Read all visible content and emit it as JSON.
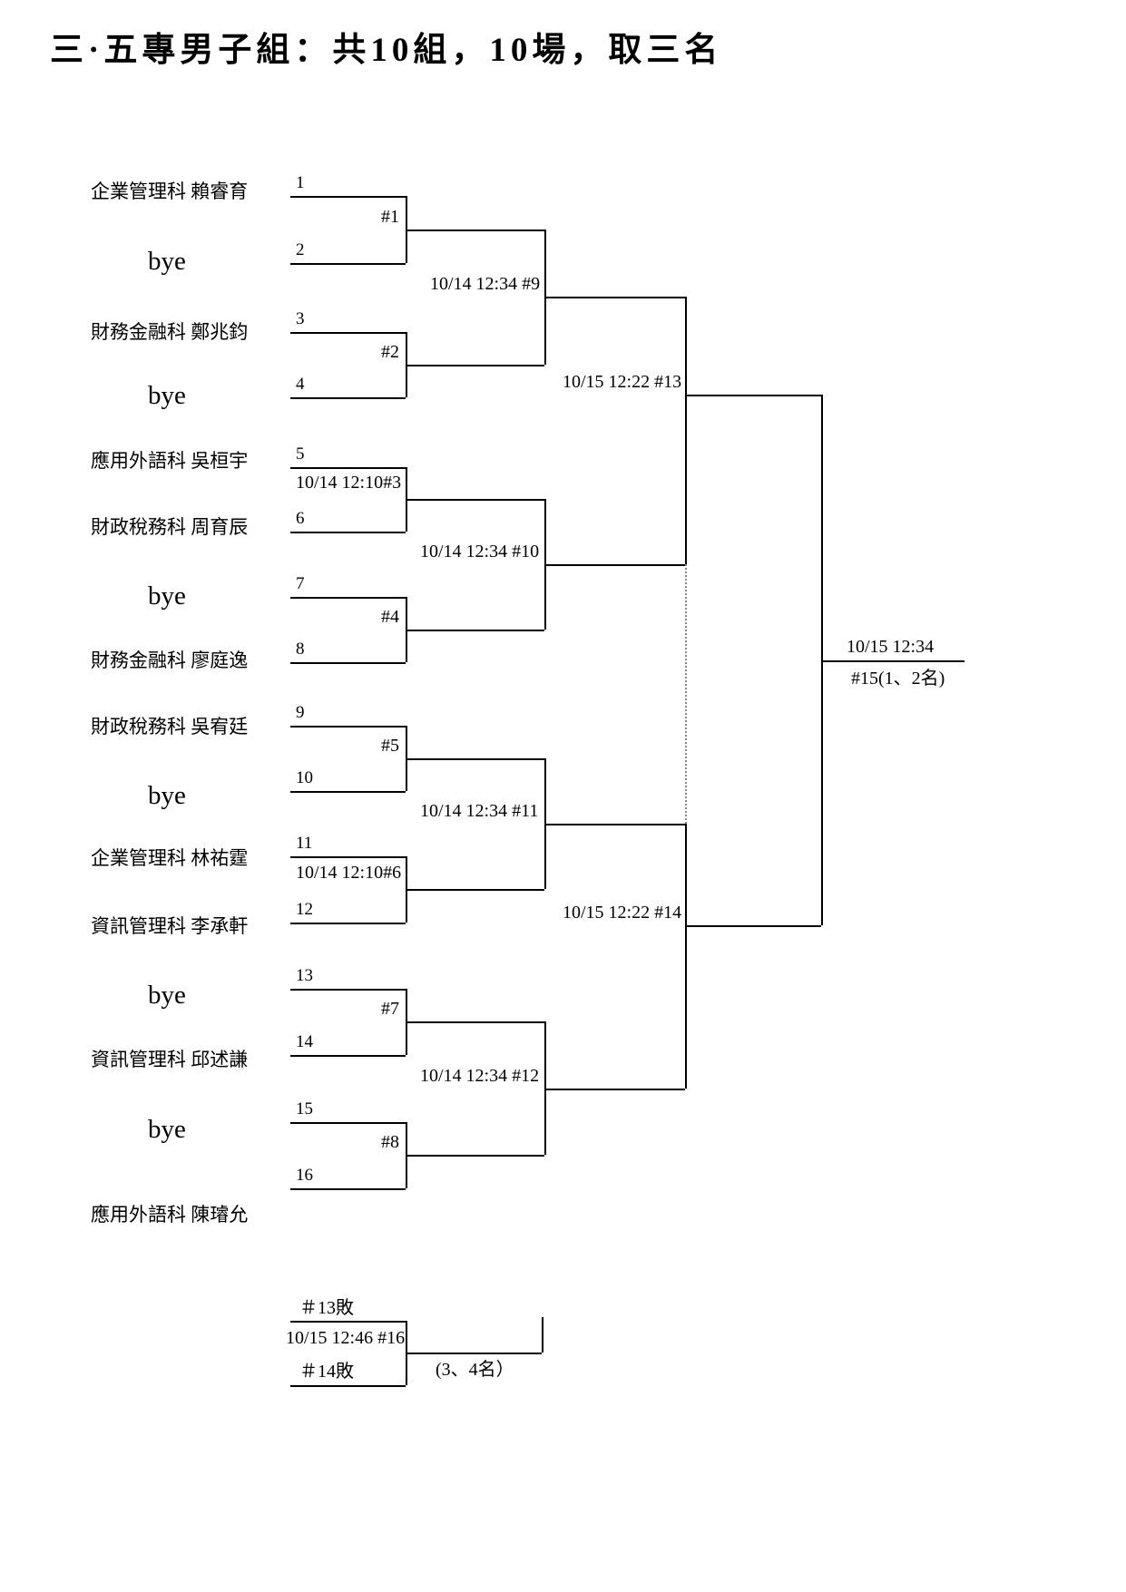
{
  "title": "三·五專男子組：共10組，10場，取三名",
  "entrants": [
    {
      "seed": "1",
      "name": "企業管理科 賴睿育"
    },
    {
      "seed": "2",
      "name": "bye"
    },
    {
      "seed": "3",
      "name": "財務金融科 鄭兆鈞"
    },
    {
      "seed": "4",
      "name": "bye"
    },
    {
      "seed": "5",
      "name": "應用外語科 吳桓宇"
    },
    {
      "seed": "6",
      "name": "財政稅務科 周育辰"
    },
    {
      "seed": "7",
      "name": "bye"
    },
    {
      "seed": "8",
      "name": "財務金融科 廖庭逸"
    },
    {
      "seed": "9",
      "name": "財政稅務科 吳宥廷"
    },
    {
      "seed": "10",
      "name": "bye"
    },
    {
      "seed": "11",
      "name": "企業管理科 林祐霆"
    },
    {
      "seed": "12",
      "name": "資訊管理科 李承軒"
    },
    {
      "seed": "13",
      "name": "bye"
    },
    {
      "seed": "14",
      "name": "資訊管理科 邱述謙"
    },
    {
      "seed": "15",
      "name": "bye"
    },
    {
      "seed": "16",
      "name": "應用外語科 陳璿允"
    }
  ],
  "matches": {
    "r1": [
      "#1",
      "#2",
      "10/14 12:10#3",
      "#4",
      "#5",
      "10/14 12:10#6",
      "#7",
      "#8"
    ],
    "r2": [
      "10/14 12:34 #9",
      "10/14 12:34 #10",
      "10/14 12:34 #11",
      "10/14 12:34 #12"
    ],
    "semis": [
      "10/15 12:22 #13",
      "10/15 12:22 #14"
    ],
    "final_time": "10/15 12:34",
    "final_label": "#15(1、2名)"
  },
  "third_place": {
    "top": "＃13敗",
    "match": "10/15 12:46 #16",
    "bottom": "＃14敗",
    "note": "(3、4名）"
  }
}
